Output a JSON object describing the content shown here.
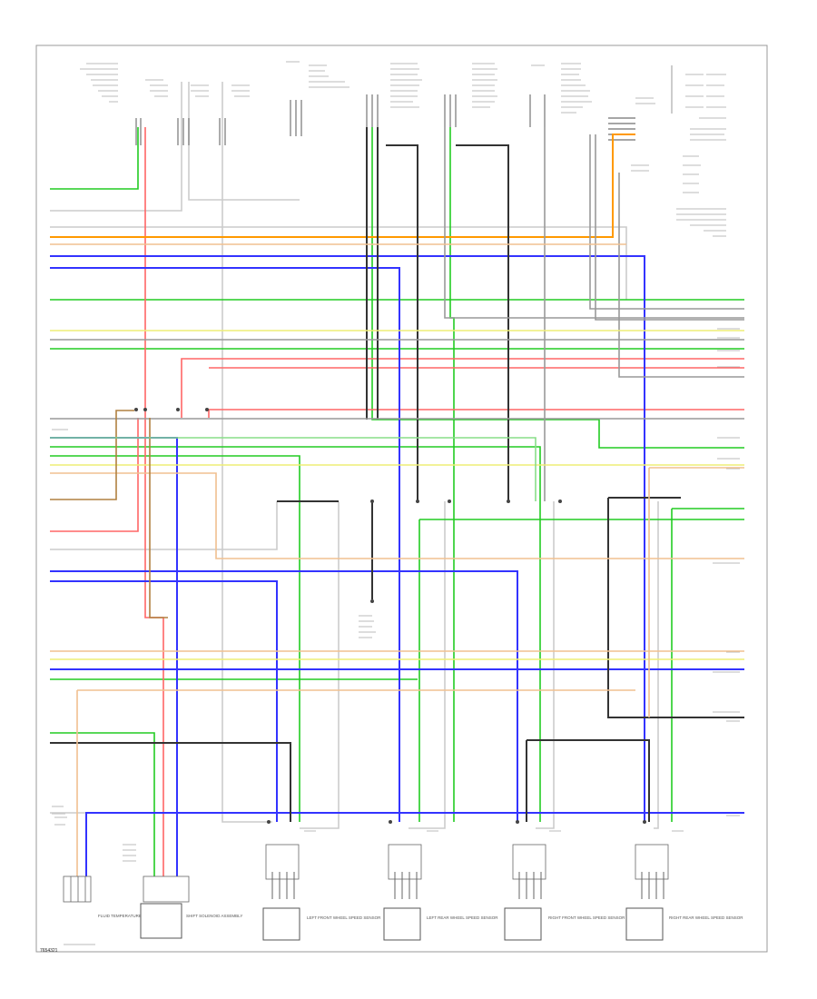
{
  "diagram": {
    "footer_code": "7654321",
    "sensor_labels": [
      "FLUID TEMPERATURE SENSOR",
      "SHIFT SOLENOID ASSEMBLY",
      "LEFT FRONT WHEEL SPEED SENSOR",
      "LEFT REAR WHEEL SPEED SENSOR",
      "RIGHT FRONT WHEEL SPEED SENSOR",
      "RIGHT REAR WHEEL SPEED SENSOR"
    ],
    "colors": {
      "green": "#22cc22",
      "red": "#ff5555",
      "orange": "#ff9900",
      "blue": "#3333ff",
      "black": "#333333",
      "gray": "#aaaaaa",
      "yellow": "#eeee77",
      "tan": "#e8c890",
      "brown": "#b08040"
    }
  }
}
